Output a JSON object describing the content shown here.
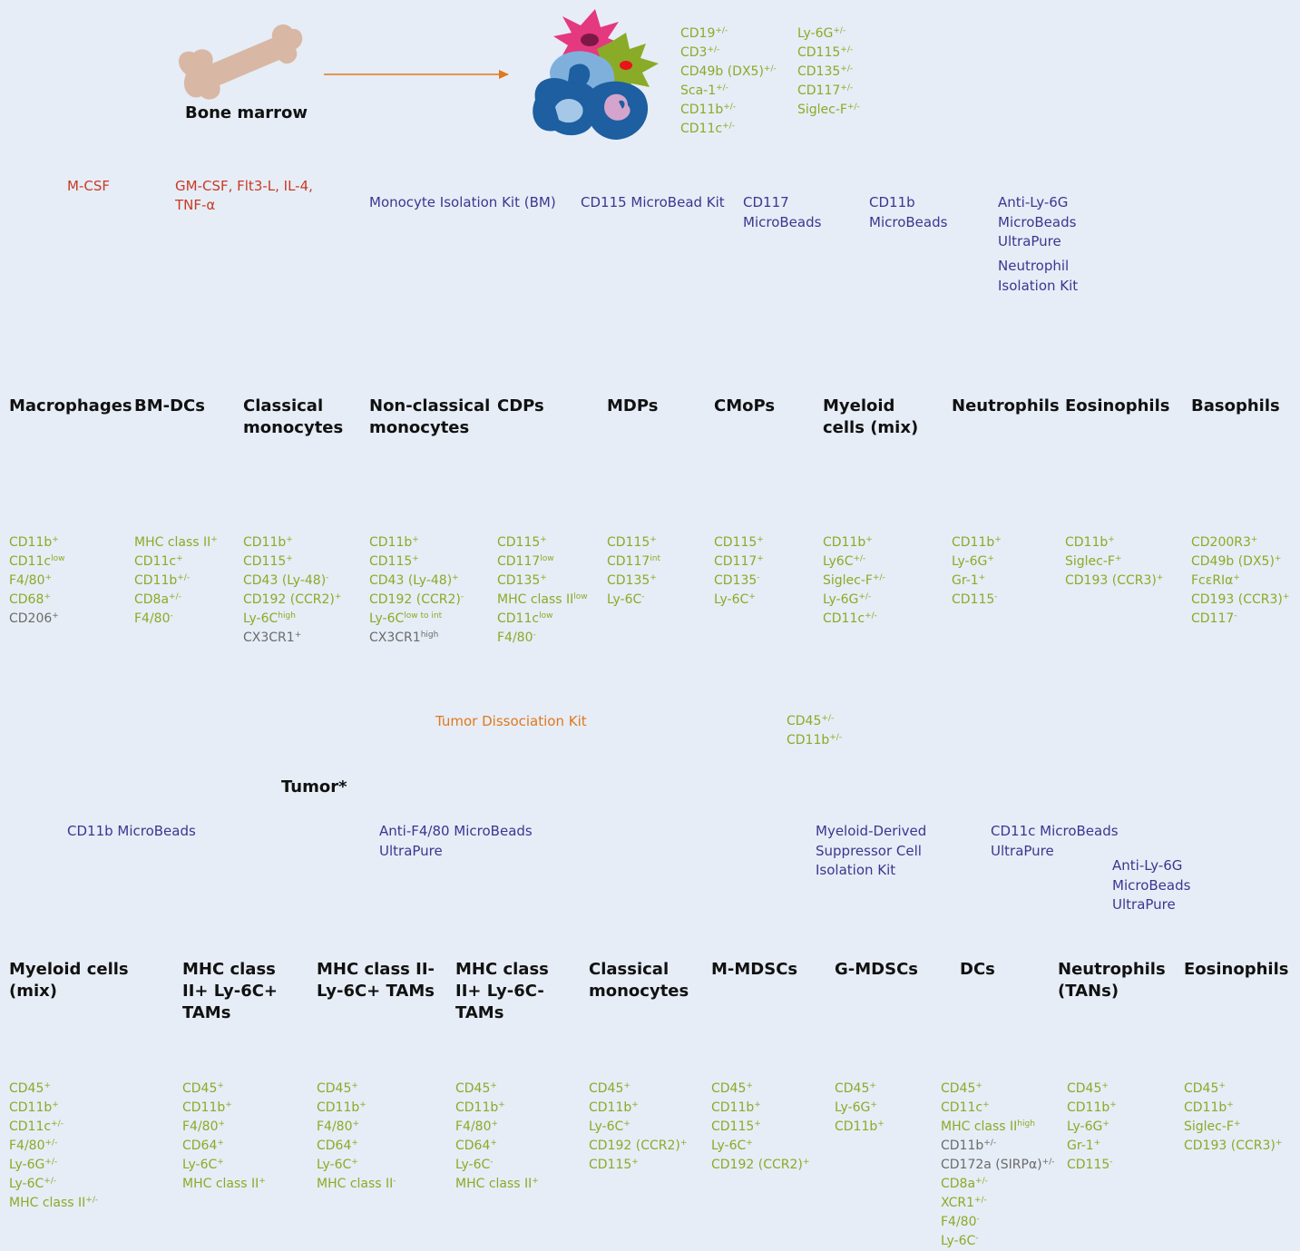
{
  "colors": {
    "background": "#e6edf6",
    "marker_green": "#8aab27",
    "marker_gray": "#6b6b6b",
    "reagent": "#3a3791",
    "culture": "#c83a25",
    "orange": "#e0781e"
  },
  "top": {
    "source_label": "Bone marrow",
    "source_markers": [
      [
        "CD19",
        "+/-"
      ],
      [
        "CD3",
        "+/-"
      ],
      [
        "CD49b (DX5)",
        "+/-"
      ],
      [
        "Sca-1",
        "+/-"
      ],
      [
        "CD11b",
        "+/-"
      ],
      [
        "CD11c",
        "+/-"
      ],
      [
        "Ly-6G",
        "+/-"
      ],
      [
        "CD115",
        "+/-"
      ],
      [
        "CD135",
        "+/-"
      ],
      [
        "CD117",
        "+/-"
      ],
      [
        "Siglec-F",
        "+/-"
      ]
    ],
    "culture": [
      "M-CSF",
      "GM-CSF, Flt3-L, IL-4,",
      "TNF-α"
    ],
    "reagents": [
      "Monocyte Isolation Kit (BM)",
      "CD115 MicroBead Kit",
      "CD117",
      "MicroBeads",
      "CD11b",
      "MicroBeads",
      "Anti-Ly-6G",
      "MicroBeads",
      "UltraPure",
      "Neutrophil",
      "Isolation Kit"
    ],
    "populations": [
      {
        "name": "Macrophages",
        "icon": "macrophage-icon",
        "markers": [
          [
            "CD11b",
            "+",
            "g"
          ],
          [
            "CD11c",
            "low",
            "g"
          ],
          [
            "F4/80",
            "+",
            "g"
          ],
          [
            "CD68",
            "+",
            "g"
          ],
          [
            "CD206",
            "+",
            "k"
          ]
        ]
      },
      {
        "name": "BM-DCs",
        "icon": "bm-dc-icon",
        "markers": [
          [
            "MHC class II",
            "+",
            "g"
          ],
          [
            "CD11c",
            "+",
            "g"
          ],
          [
            "CD11b",
            "+/-",
            "g"
          ],
          [
            "CD8a",
            "+/-",
            "g"
          ],
          [
            "F4/80",
            "-",
            "g"
          ]
        ]
      },
      {
        "name": "Classical monocytes",
        "icon": "classical-monocyte-icon",
        "markers": [
          [
            "CD11b",
            "+",
            "g"
          ],
          [
            "CD115",
            "+",
            "g"
          ],
          [
            "CD43 (Ly-48)",
            "-",
            "g"
          ],
          [
            "CD192 (CCR2)",
            "+",
            "g"
          ],
          [
            "Ly-6C",
            "high",
            "g"
          ],
          [
            "CX3CR1",
            "+",
            "k"
          ]
        ]
      },
      {
        "name": "Non-classical monocytes",
        "icon": "non-classical-monocyte-icon",
        "markers": [
          [
            "CD11b",
            "+",
            "g"
          ],
          [
            "CD115",
            "+",
            "g"
          ],
          [
            "CD43 (Ly-48)",
            "+",
            "g"
          ],
          [
            "CD192 (CCR2)",
            "-",
            "g"
          ],
          [
            "Ly-6C",
            "low to int",
            "g"
          ],
          [
            "CX3CR1",
            "high",
            "k"
          ]
        ]
      },
      {
        "name": "CDPs",
        "icon": "cdp-icon",
        "markers": [
          [
            "CD115",
            "+",
            "g"
          ],
          [
            "CD117",
            "low",
            "g"
          ],
          [
            "CD135",
            "+",
            "g"
          ],
          [
            "MHC class II",
            "low",
            "g"
          ],
          [
            "CD11c",
            "low",
            "g"
          ],
          [
            "F4/80",
            "-",
            "g"
          ]
        ]
      },
      {
        "name": "MDPs",
        "icon": "mdp-icon",
        "markers": [
          [
            "CD115",
            "+",
            "g"
          ],
          [
            "CD117",
            "int",
            "g"
          ],
          [
            "CD135",
            "+",
            "g"
          ],
          [
            "Ly-6C",
            "-",
            "g"
          ]
        ]
      },
      {
        "name": "CMoPs",
        "icon": "cmop-icon",
        "markers": [
          [
            "CD115",
            "+",
            "g"
          ],
          [
            "CD117",
            "+",
            "g"
          ],
          [
            "CD135",
            "-",
            "g"
          ],
          [
            "Ly-6C",
            "+",
            "g"
          ]
        ]
      },
      {
        "name": "Myeloid cells (mix)",
        "icon": "myeloid-mix-icon",
        "markers": [
          [
            "CD11b",
            "+",
            "g"
          ],
          [
            "Ly6C",
            "+/-",
            "g"
          ],
          [
            "Siglec-F",
            "+/-",
            "g"
          ],
          [
            "Ly-6G",
            "+/-",
            "g"
          ],
          [
            "CD11c",
            "+/-",
            "g"
          ]
        ]
      },
      {
        "name": "Neutrophils",
        "icon": "neutrophil-icon",
        "markers": [
          [
            "CD11b",
            "+",
            "g"
          ],
          [
            "Ly-6G",
            "+",
            "g"
          ],
          [
            "Gr-1",
            "+",
            "g"
          ],
          [
            "CD115",
            "-",
            "g"
          ]
        ]
      },
      {
        "name": "Eosinophils",
        "icon": "eosinophil-icon",
        "markers": [
          [
            "CD11b",
            "+",
            "g"
          ],
          [
            "Siglec-F",
            "+",
            "g"
          ],
          [
            "CD193 (CCR3)",
            "+",
            "g"
          ]
        ]
      },
      {
        "name": "Basophils",
        "icon": "basophil-icon",
        "markers": [
          [
            "CD200R3",
            "+",
            "g"
          ],
          [
            "CD49b (DX5)",
            "+",
            "g"
          ],
          [
            "FcεRIα",
            "+",
            "g"
          ],
          [
            "CD193 (CCR3)",
            "+",
            "g"
          ],
          [
            "CD117",
            "-",
            "g"
          ]
        ]
      }
    ]
  },
  "bottom": {
    "source_label": "Tumor*",
    "dissociation": "Tumor Dissociation Kit",
    "source_markers": [
      [
        "CD45",
        "+/-"
      ],
      [
        "CD11b",
        "+/-"
      ]
    ],
    "reagents": [
      "CD11b MicroBeads",
      "Anti-F4/80 MicroBeads",
      "UltraPure",
      "Myeloid-Derived",
      "Suppressor Cell",
      "Isolation Kit",
      "CD11c MicroBeads",
      "UltraPure",
      "Anti-Ly-6G",
      "MicroBeads",
      "UltraPure"
    ],
    "populations": [
      {
        "name": "Myeloid cells (mix)",
        "icon": "myeloid-mix-icon",
        "markers": [
          [
            "CD45",
            "+",
            "g"
          ],
          [
            "CD11b",
            "+",
            "g"
          ],
          [
            "CD11c",
            "+/-",
            "g"
          ],
          [
            "F4/80",
            "+/-",
            "g"
          ],
          [
            "Ly-6G",
            "+/-",
            "g"
          ],
          [
            "Ly-6C",
            "+/-",
            "g"
          ],
          [
            "MHC class II",
            "+/-",
            "g"
          ]
        ]
      },
      {
        "name": "MHC class II+ Ly-6C+ TAMs",
        "icon": "tam-yellow-icon",
        "markers": [
          [
            "CD45",
            "+",
            "g"
          ],
          [
            "CD11b",
            "+",
            "g"
          ],
          [
            "F4/80",
            "+",
            "g"
          ],
          [
            "CD64",
            "+",
            "g"
          ],
          [
            "Ly-6C",
            "+",
            "g"
          ],
          [
            "MHC class II",
            "+",
            "g"
          ]
        ]
      },
      {
        "name": "MHC class II- Ly-6C+ TAMs",
        "icon": "tam-pink-icon",
        "markers": [
          [
            "CD45",
            "+",
            "g"
          ],
          [
            "CD11b",
            "+",
            "g"
          ],
          [
            "F4/80",
            "+",
            "g"
          ],
          [
            "CD64",
            "+",
            "g"
          ],
          [
            "Ly-6C",
            "+",
            "g"
          ],
          [
            "MHC class II",
            "-",
            "g"
          ]
        ]
      },
      {
        "name": "MHC class II+ Ly-6C- TAMs",
        "icon": "tam-brown-icon",
        "markers": [
          [
            "CD45",
            "+",
            "g"
          ],
          [
            "CD11b",
            "+",
            "g"
          ],
          [
            "F4/80",
            "+",
            "g"
          ],
          [
            "CD64",
            "+",
            "g"
          ],
          [
            "Ly-6C",
            "-",
            "g"
          ],
          [
            "MHC class II",
            "+",
            "g"
          ]
        ]
      },
      {
        "name": "Classical monocytes",
        "icon": "classical-monocyte-icon",
        "markers": [
          [
            "CD45",
            "+",
            "g"
          ],
          [
            "CD11b",
            "+",
            "g"
          ],
          [
            "Ly-6C",
            "+",
            "g"
          ],
          [
            "CD192 (CCR2)",
            "+",
            "g"
          ],
          [
            "CD115",
            "+",
            "g"
          ]
        ]
      },
      {
        "name": "M-MDSCs",
        "icon": "m-mdsc-icon",
        "markers": [
          [
            "CD45",
            "+",
            "g"
          ],
          [
            "CD11b",
            "+",
            "g"
          ],
          [
            "CD115",
            "+",
            "g"
          ],
          [
            "Ly-6C",
            "+",
            "g"
          ],
          [
            "CD192 (CCR2)",
            "+",
            "g"
          ]
        ]
      },
      {
        "name": "G-MDSCs",
        "icon": "g-mdsc-icon",
        "markers": [
          [
            "CD45",
            "+",
            "g"
          ],
          [
            "Ly-6G",
            "+",
            "g"
          ],
          [
            "CD11b",
            "+",
            "g"
          ]
        ]
      },
      {
        "name": "DCs",
        "icon": "dc-icon",
        "markers": [
          [
            "CD45",
            "+",
            "g"
          ],
          [
            "CD11c",
            "+",
            "g"
          ],
          [
            "MHC class II",
            "high",
            "g"
          ],
          [
            "CD11b",
            "+/-",
            "k"
          ],
          [
            "CD172a (SIRPα)",
            "+/-",
            "k"
          ],
          [
            "CD8a",
            "+/-",
            "g"
          ],
          [
            "XCR1",
            "+/-",
            "g"
          ],
          [
            "F4/80",
            "-",
            "g"
          ],
          [
            "Ly-6C",
            "-",
            "g"
          ]
        ]
      },
      {
        "name": "Neutrophils (TANs)",
        "icon": "neutrophil-icon",
        "markers": [
          [
            "CD45",
            "+",
            "g"
          ],
          [
            "CD11b",
            "+",
            "g"
          ],
          [
            "Ly-6G",
            "+",
            "g"
          ],
          [
            "Gr-1",
            "+",
            "g"
          ],
          [
            "CD115",
            "-",
            "g"
          ]
        ]
      },
      {
        "name": "Eosinophils",
        "icon": "eosinophil-icon",
        "markers": [
          [
            "CD45",
            "+",
            "g"
          ],
          [
            "CD11b",
            "+",
            "g"
          ],
          [
            "Siglec-F",
            "+",
            "g"
          ],
          [
            "CD193 (CCR3)",
            "+",
            "g"
          ]
        ]
      }
    ]
  }
}
